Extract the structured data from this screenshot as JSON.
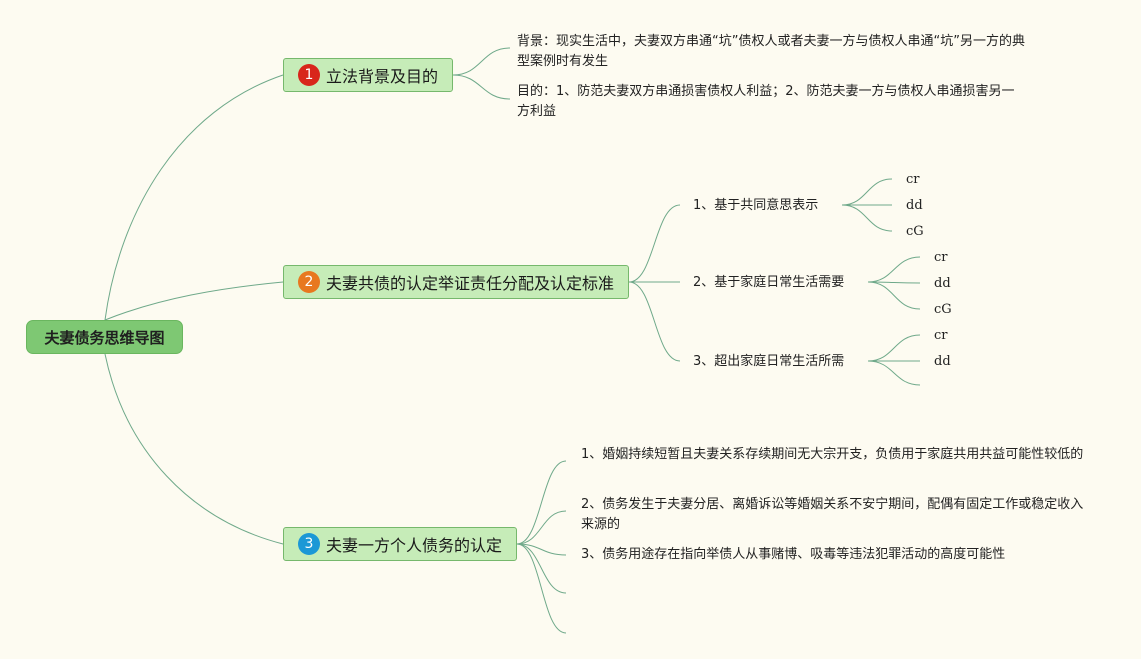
{
  "colors": {
    "background": "#fdfbf1",
    "root_fill": "#7ec873",
    "topic_fill": "#c6ecb8",
    "topic_border": "#76b86c",
    "line": "#6fa98a"
  },
  "root": {
    "label": "夫妻债务思维导图"
  },
  "topics": [
    {
      "number": "1",
      "badge_color": "#d8261b",
      "label": "立法背景及目的",
      "items": [
        {
          "text": "背景：现实生活中，夫妻双方串通“坑”债权人或者夫妻一方与债权人串通“坑”另一方的典型案例时有发生"
        },
        {
          "text": "目的：1、防范夫妻双方串通损害债权人利益；2、防范夫妻一方与债权人串通损害另一方利益"
        }
      ]
    },
    {
      "number": "2",
      "badge_color": "#e8781f",
      "label": "夫妻共债的认定举证责任分配及认定标准",
      "items": [
        {
          "text": "1、基于共同意思表示",
          "children": [
            "cr",
            "dd",
            "cG"
          ]
        },
        {
          "text": "2、基于家庭日常生活需要",
          "children": [
            "cr",
            "dd",
            "cG"
          ]
        },
        {
          "text": "3、超出家庭日常生活所需",
          "children": [
            "cr",
            "dd",
            ""
          ]
        }
      ]
    },
    {
      "number": "3",
      "badge_color": "#1c98d6",
      "label": "夫妻一方个人债务的认定",
      "items": [
        {
          "text": "1、婚姻持续短暂且夫妻关系存续期间无大宗开支，负债用于家庭共用共益可能性较低的"
        },
        {
          "text": "2、债务发生于夫妻分居、离婚诉讼等婚姻关系不安宁期间，配偶有固定工作或稳定收入来源的"
        },
        {
          "text": "3、债务用途存在指向举债人从事赌博、吸毒等违法犯罪活动的高度可能性"
        },
        {
          "text": ""
        },
        {
          "text": ""
        }
      ]
    }
  ]
}
